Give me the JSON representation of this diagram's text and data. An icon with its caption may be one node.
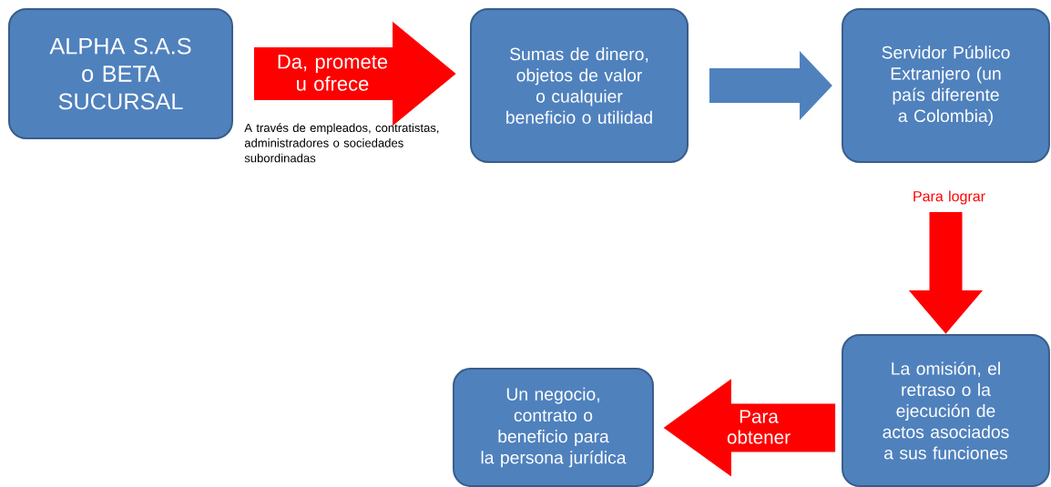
{
  "diagram": {
    "nodes": [
      {
        "text": [
          "ALPHA S.A.S o BETA SUCURSAL"
        ]
      },
      {
        "text": [
          "Sumas de dinero, objetos de valor o cualquier beneficio o utilidad"
        ]
      },
      {
        "text": [
          "Servidor Público Extranjero (un país diferente a Colombia)"
        ]
      },
      {
        "text": [
          "La omisión, el retraso o la ejecución de actos asociados a sus funciones"
        ]
      },
      {
        "text": [
          "Un negocio, contrato o beneficio para la persona jurídica"
        ]
      }
    ],
    "edges": [
      {
        "from": 0,
        "to": 1,
        "arrow": "to",
        "label": "Da, promete u ofrece"
      },
      {
        "from": 1,
        "to": 2,
        "arrow": "to",
        "color": "#4f81bd"
      },
      {
        "from": 2,
        "to": 3,
        "arrow": "to",
        "label": "Para lograr"
      },
      {
        "from": 3,
        "to": 4,
        "arrow": "to",
        "label": "Para obtener"
      }
    ],
    "labels": [
      "A través de empleados, contratistas, administradores o sociedades subordinadas"
    ]
  }
}
